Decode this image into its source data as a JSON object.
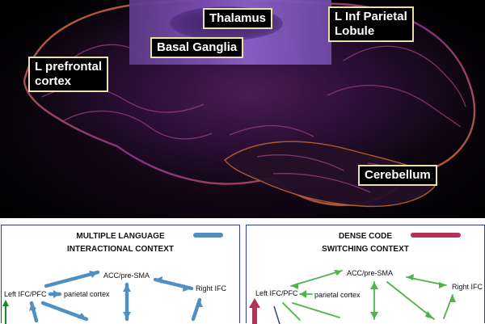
{
  "brain_image": {
    "labels": {
      "thalamus": "Thalamus",
      "basal_ganglia": "Basal Ganglia",
      "parietal_line1": "L Inf Parietal",
      "parietal_line2": "Lobule",
      "prefrontal_line1": "L prefrontal",
      "prefrontal_line2": "cortex",
      "cerebellum": "Cerebellum"
    }
  },
  "context_panels": [
    {
      "title_line1": "MULTIPLE LANGUAGE",
      "title_line2": "INTERACTIONAL CONTEXT",
      "legend_color": "#4f8fc2",
      "nodes": {
        "left_ifc_pfc": "Left IFC/PFC",
        "parietal_cortex": "parietal  cortex",
        "acc_pre_sma": "ACC/pre-SMA",
        "right_ifc": "Right IFC"
      }
    },
    {
      "title_line1": "DENSE CODE",
      "title_line2": "SWITCHING CONTEXT",
      "legend_color": "#b33358",
      "edge_color": "#4db44a",
      "nodes": {
        "left_ifc_pfc": "Left IFC/PFC",
        "parietal_cortex": "parietal  cortex",
        "acc_pre_sma": "ACC/pre-SMA",
        "right_ifc": "Right IFC"
      }
    }
  ]
}
